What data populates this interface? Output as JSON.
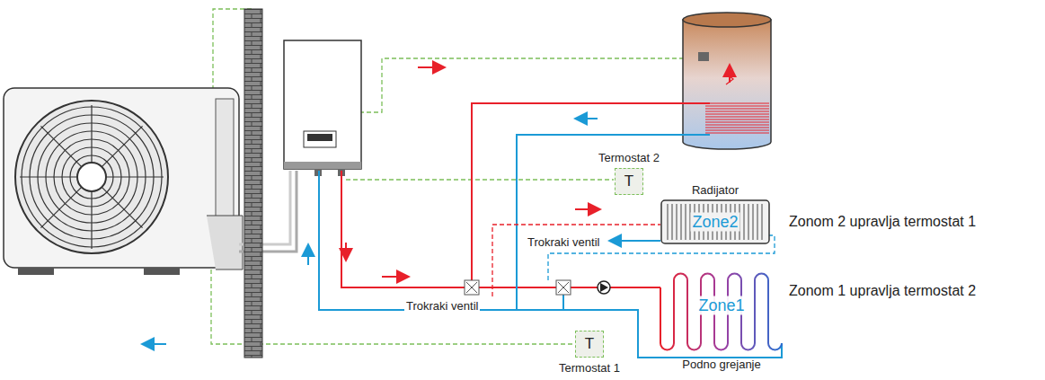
{
  "diagram": {
    "nodes": [
      {
        "text": [
          "Termostat 2",
          "T"
        ]
      },
      {
        "text": [
          "Radijator",
          "Zone2"
        ]
      },
      {
        "text": [
          "Zone1",
          "Podno grejanje"
        ]
      },
      {
        "text": [
          "T",
          "Termostat 1"
        ]
      }
    ],
    "labels": [
      "Trokraki ventil",
      "Trokraki ventil",
      "Zonom 2 upravlja termostat 1",
      "Zonom 1 upravlja termostat 2"
    ]
  }
}
